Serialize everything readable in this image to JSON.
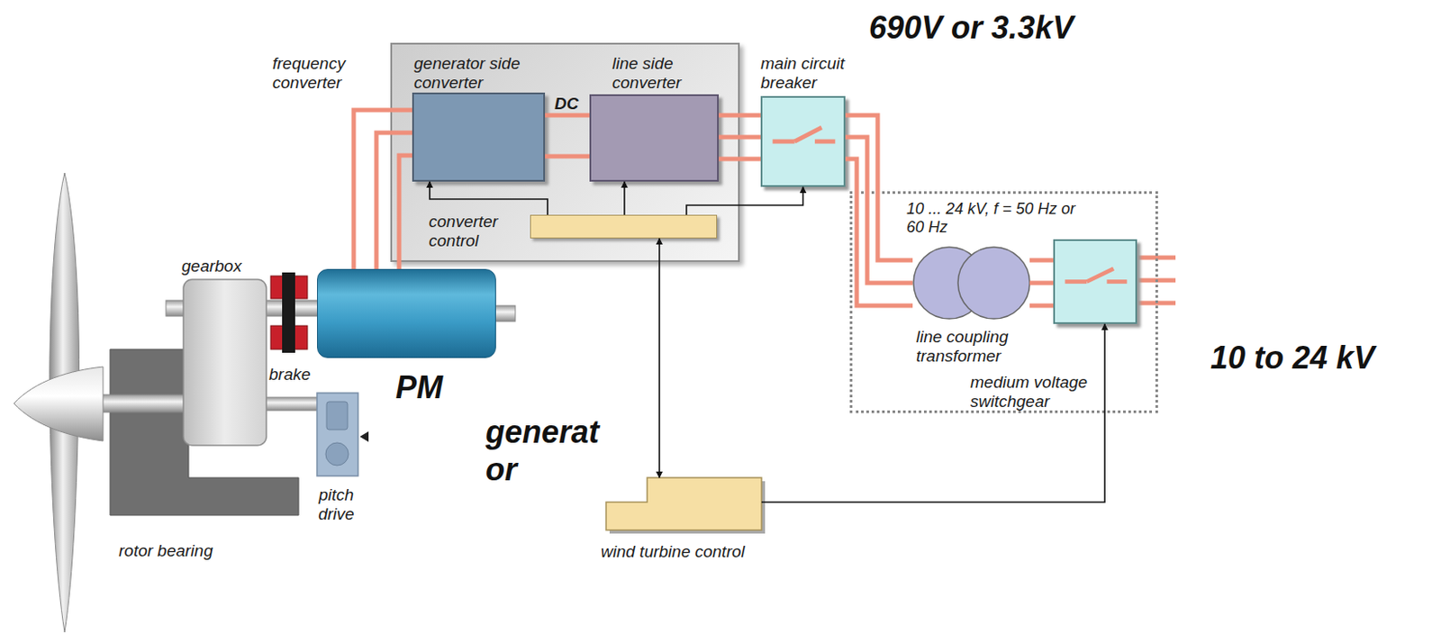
{
  "diagram": {
    "nodes": [
      {
        "text": [
          "frequency converter"
        ]
      },
      {
        "text": [
          "generator side converter"
        ],
        "in": 0
      },
      {
        "text": [
          "line side converter"
        ],
        "in": 0
      },
      {
        "text": [
          "converter control"
        ],
        "in": 0
      },
      {
        "text": [
          "main circuit breaker"
        ]
      },
      {
        "text": [
          "10 ... 24 kV, f = 50 Hz or 60 Hz"
        ]
      },
      {
        "text": [
          "line coupling transformer"
        ],
        "in": 5
      },
      {
        "text": [
          "medium voltage switchgear"
        ],
        "in": 5
      },
      {
        "text": [
          "PM",
          "generat or"
        ]
      },
      {
        "text": [
          "wind turbine control"
        ]
      }
    ],
    "edges": [
      {
        "from": 8,
        "to": 1,
        "arrow": "none"
      },
      {
        "from": 1,
        "to": 2,
        "label": "DC",
        "arrow": "none"
      },
      {
        "from": 2,
        "to": 4,
        "arrow": "none"
      },
      {
        "from": 4,
        "to": 6,
        "arrow": "none"
      },
      {
        "from": 6,
        "to": 7,
        "arrow": "none"
      },
      {
        "from": 3,
        "to": 1,
        "arrow": "to"
      },
      {
        "from": 3,
        "to": 2,
        "arrow": "to"
      },
      {
        "from": 3,
        "to": 4,
        "arrow": "to"
      },
      {
        "from": 9,
        "to": 3,
        "arrow": "both"
      },
      {
        "from": 9,
        "to": 7,
        "arrow": "to"
      }
    ],
    "labels": [
      "690V or 3.3kV",
      "10 to 24 kV",
      "gearbox",
      "brake",
      "pitch drive",
      "rotor bearing"
    ]
  }
}
